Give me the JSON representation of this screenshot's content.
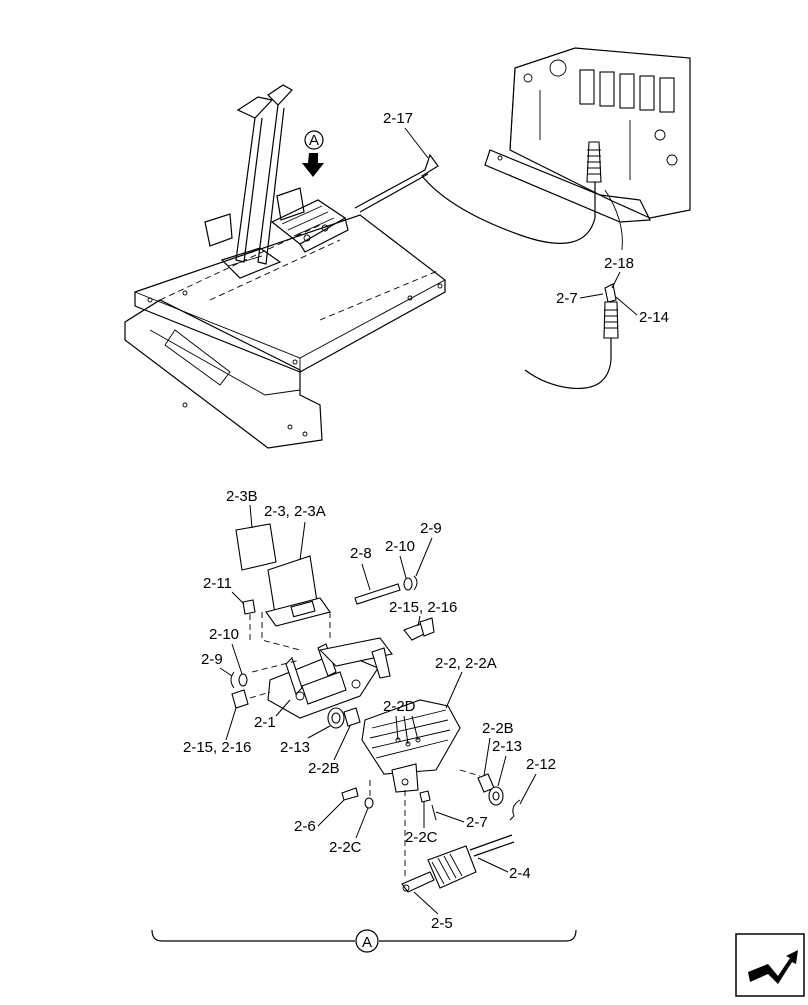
{
  "callouts": {
    "c_2_17": "2-17",
    "c_2_18": "2-18",
    "c_2_7_top": "2-7",
    "c_2_14": "2-14",
    "c_2_3B": "2-3B",
    "c_2_3_2_3A": "2-3, 2-3A",
    "c_2_9_right": "2-9",
    "c_2_10_right": "2-10",
    "c_2_8": "2-8",
    "c_2_11": "2-11",
    "c_2_15_2_16_right": "2-15, 2-16",
    "c_2_10_left": "2-10",
    "c_2_9_left": "2-9",
    "c_2_2_2_2A": "2-2, 2-2A",
    "c_2_2D": "2-2D",
    "c_2_15_2_16_left": "2-15, 2-16",
    "c_2_1": "2-1",
    "c_2_13_left": "2-13",
    "c_2_2B_left": "2-2B",
    "c_2_2B_right": "2-2B",
    "c_2_13_right": "2-13",
    "c_2_12": "2-12",
    "c_2_6": "2-6",
    "c_2_2C_left": "2-2C",
    "c_2_2C_right": "2-2C",
    "c_2_7_bottom": "2-7",
    "c_2_4": "2-4",
    "c_2_5": "2-5"
  },
  "view_markers": {
    "top": "A",
    "bottom": "A"
  },
  "icons": {
    "view_arrow": "down-arrow-icon",
    "nav": "next-page-arrow-icon"
  }
}
